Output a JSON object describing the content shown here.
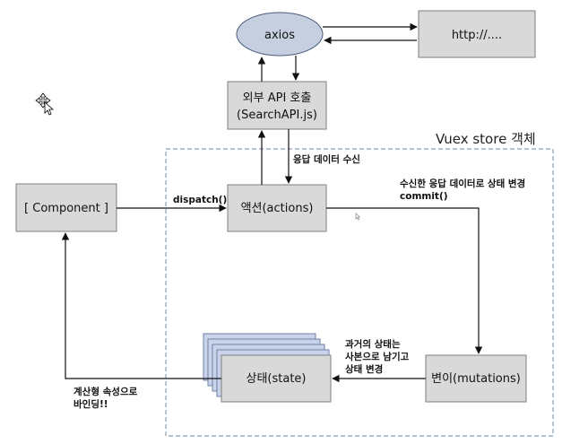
{
  "nodes": {
    "axios": "axios",
    "http": "http://....",
    "external_api_line1": "외부 API 호출",
    "external_api_line2": "(SearchAPI.js)",
    "component": "[ Component ]",
    "actions": "액션(actions)",
    "mutations": "변이(mutations)",
    "state": "상태(state)"
  },
  "store_title": "Vuex store 객체",
  "edges": {
    "response_receive": "응답 데이터 수신",
    "dispatch": "dispatch()",
    "commit_line1": "수신한 응답 데이터로 상태 변경",
    "commit_line2": "commit()",
    "history_line1": "과거의 상태는",
    "history_line2": "사본으로 남기고",
    "history_line3": "상태 변경",
    "binding_line1": "계산형 속성으로",
    "binding_line2": "바인딩!!"
  },
  "icons": {
    "move_cursor": "move-cursor-icon"
  }
}
